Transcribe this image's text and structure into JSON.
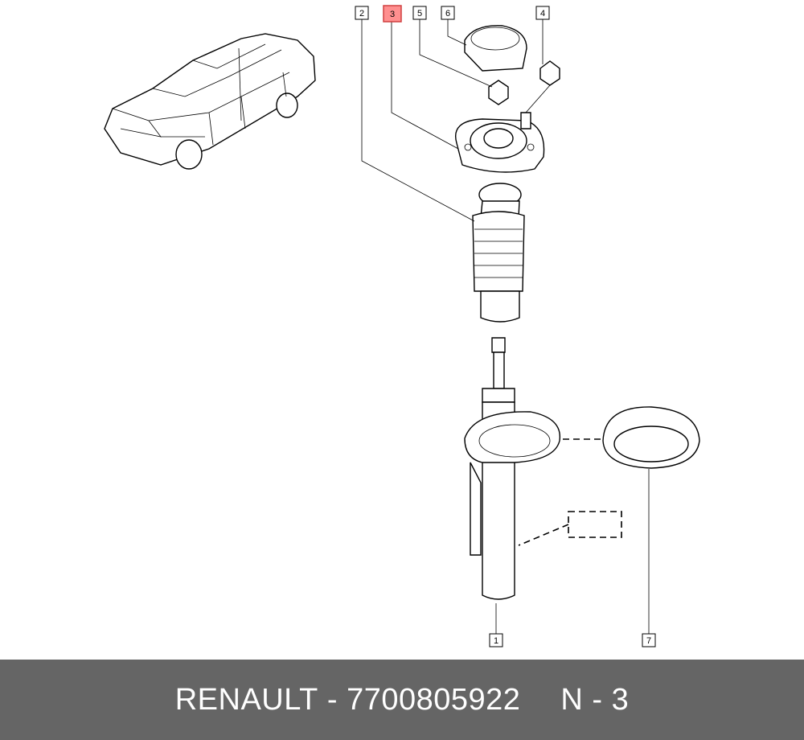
{
  "callouts": [
    {
      "id": "1",
      "label": "1",
      "highlighted": false
    },
    {
      "id": "2",
      "label": "2",
      "highlighted": false
    },
    {
      "id": "3",
      "label": "3",
      "highlighted": true
    },
    {
      "id": "4",
      "label": "4",
      "highlighted": false
    },
    {
      "id": "5",
      "label": "5",
      "highlighted": false
    },
    {
      "id": "6",
      "label": "6",
      "highlighted": false
    },
    {
      "id": "7",
      "label": "7",
      "highlighted": false
    }
  ],
  "footer": {
    "brand": "RENAULT",
    "separator": "-",
    "part_number": "7700805922",
    "position_text": "N - 3"
  },
  "colors": {
    "highlight": "#ff8f8f",
    "footer_bg": "#656565",
    "footer_text": "#ffffff"
  }
}
